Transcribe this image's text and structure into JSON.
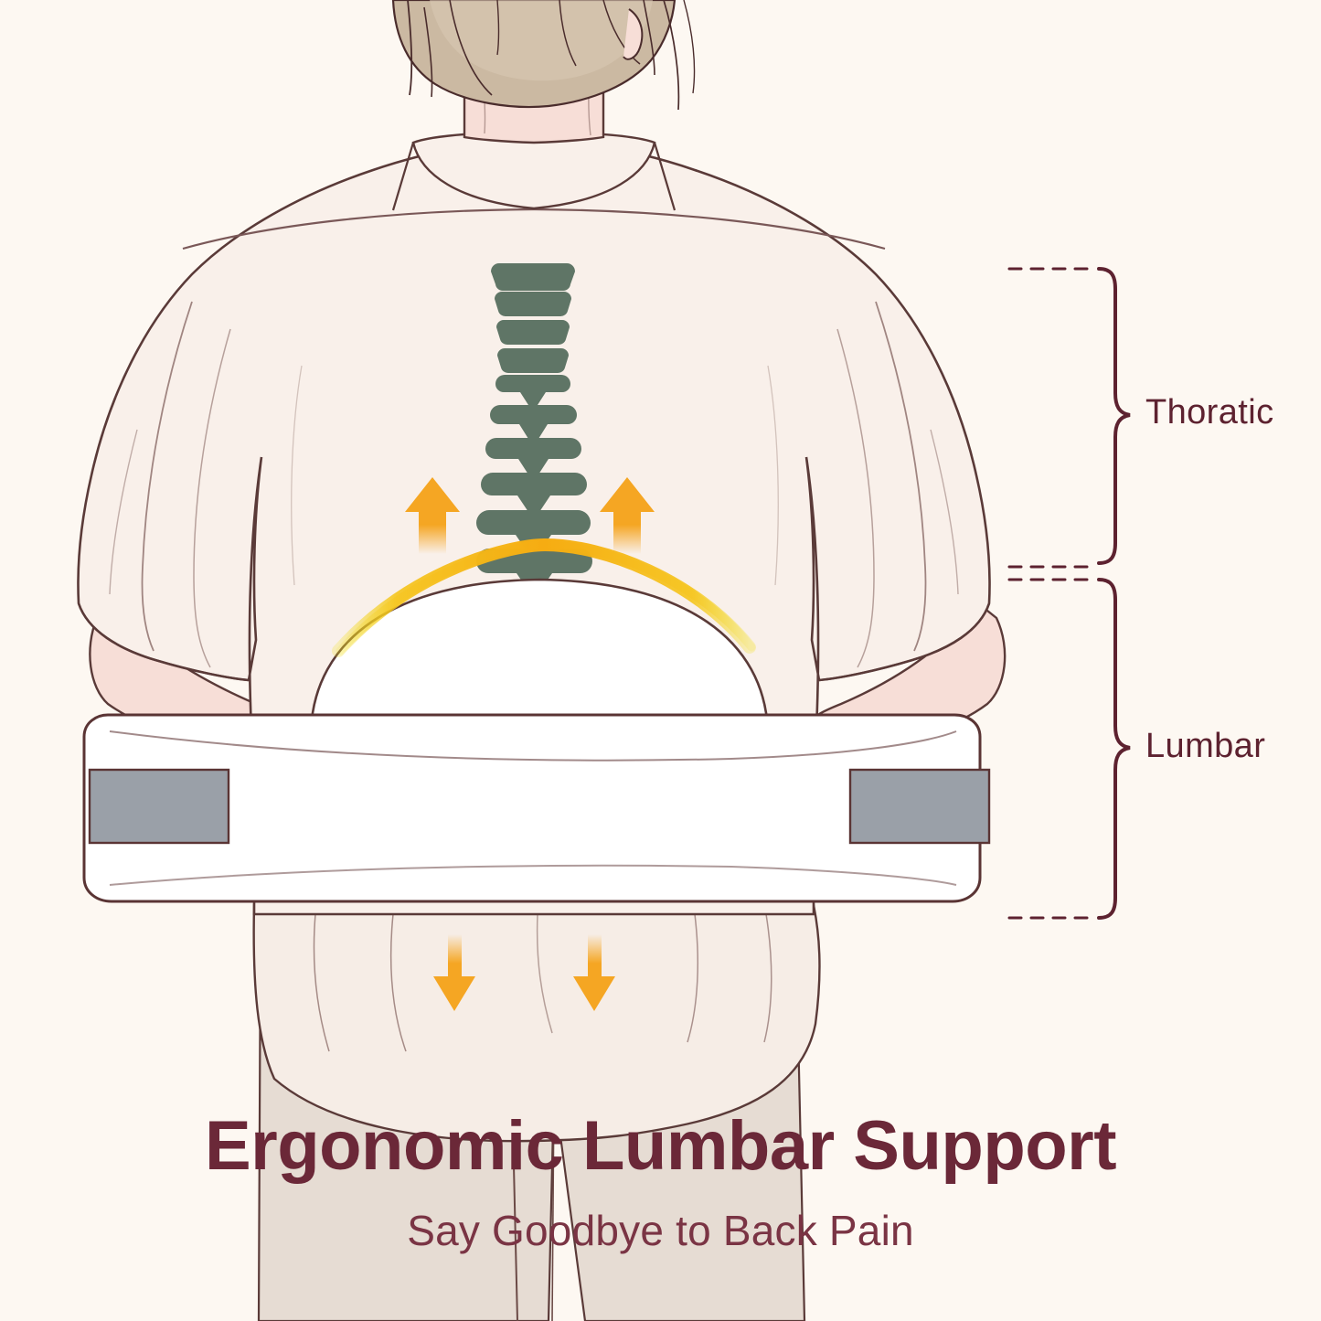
{
  "background_color": "#fdf8f2",
  "illustration": {
    "name": "person-back-view-with-lumbar-support-belt",
    "colors": {
      "background": "#fdf8f2",
      "skin": "#f7ded7",
      "skin_shadow": "#f0cec6",
      "hair": "#cbb9a2",
      "hair_light": "#dcccb6",
      "shirt": "#f9f0ea",
      "shirt_shadow": "#f2e6df",
      "pants": "#e6dcd3",
      "pants_shadow": "#dcd0c5",
      "outline": "#4a2c2c",
      "outline_soft": "#7a5858",
      "spine": "#5f7566",
      "arrow_orange": "#f5a623",
      "arc_yellow": "#f6b31c",
      "belt_white": "#ffffff",
      "belt_outline": "#5a3434",
      "velcro_gray": "#9aa0a8",
      "cushion_white": "#ffffff",
      "bracket": "#5d2230",
      "dash": "#5d2230"
    }
  },
  "annotations": {
    "thoracic": {
      "label": "Thoratic",
      "bracket": "curly-brace-right",
      "dashed_guides": 2
    },
    "lumbar": {
      "label": "Lumbar",
      "bracket": "curly-brace-right",
      "dashed_guides": 2
    }
  },
  "arrows": {
    "up_count": 2,
    "down_count": 2,
    "up_direction": "up",
    "down_direction": "down"
  },
  "belt": {
    "name": "lumbar-support-belt",
    "velcro_patches": 2
  },
  "caption": {
    "title": "Ergonomic Lumbar Support",
    "subtitle": "Say Goodbye to Back Pain"
  }
}
